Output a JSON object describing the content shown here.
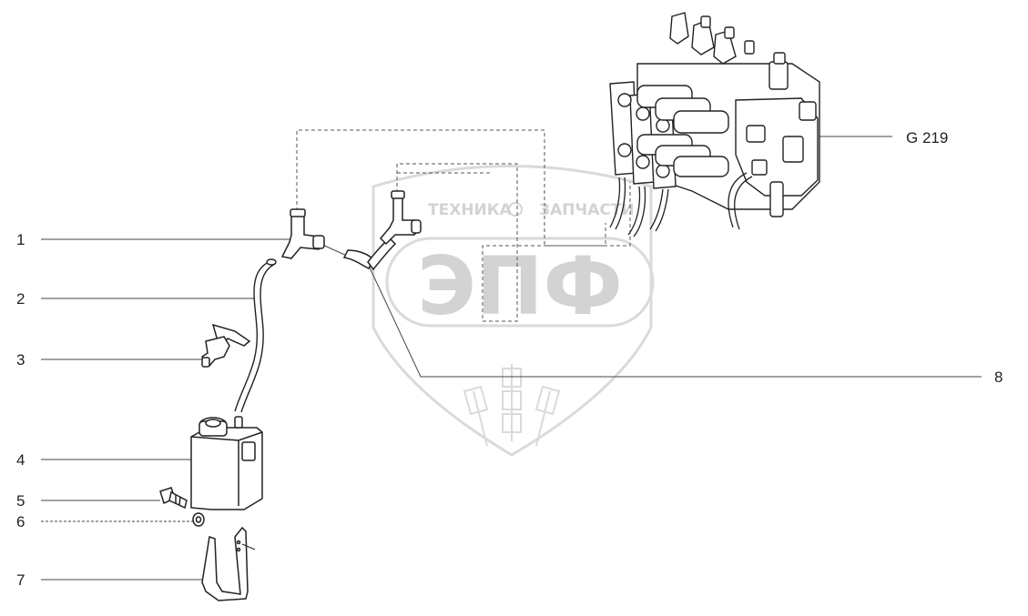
{
  "diagram": {
    "callouts": {
      "c1": "1",
      "c2": "2",
      "c3": "3",
      "c4": "4",
      "c5": "5",
      "c6": "6",
      "c7": "7",
      "c8": "8",
      "ref": "G 219"
    },
    "watermark": {
      "left": "ТЕХНИКА",
      "right": "ЗАПЧАСТИ",
      "logo": "ЭПФ"
    }
  }
}
